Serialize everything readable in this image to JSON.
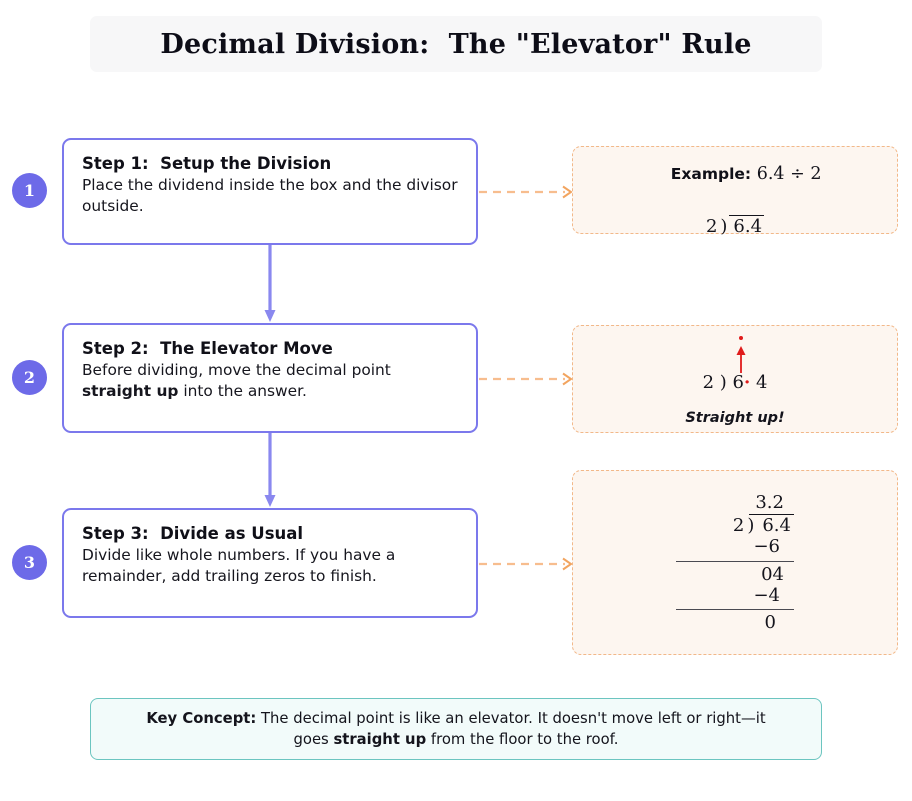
{
  "title": {
    "text": "Decimal Division:  The \"Elevator\" Rule"
  },
  "steps": [
    {
      "number": "1",
      "title": "Step 1:  Setup the Division",
      "body_part1": "Place the dividend inside the box and the divisor outside.",
      "body_bold": "",
      "body_part2": ""
    },
    {
      "number": "2",
      "title": "Step 2:  The Elevator Move",
      "body_part1": "Before dividing, move the decimal point ",
      "body_bold": "straight up",
      "body_part2": " into the answer."
    },
    {
      "number": "3",
      "title": "Step 3:  Divide as Usual",
      "body_part1": "Divide like whole numbers.  If you have a remainder, add trailing zeros to finish.",
      "body_bold": "",
      "body_part2": ""
    }
  ],
  "panels": {
    "panel1": {
      "example_label": "Example:",
      "example_expression": "6.4 ÷ 2",
      "divisor": "2",
      "paren": ")",
      "dividend": "6.4"
    },
    "panel2": {
      "divisor": "2",
      "paren": ")",
      "dividend_left": "6",
      "decimal_point": "·",
      "dividend_right": "4",
      "caption": "Straight up!",
      "arrow_color": "#e01b1b"
    },
    "panel3": {
      "quotient": "3.2",
      "divisor": "2",
      "paren": ")",
      "dividend": "6.4",
      "subtract1": "−6",
      "bring_down": "04",
      "subtract2": "−4",
      "remainder": "0"
    }
  },
  "key_concept": {
    "label": "Key Concept:",
    "text_part1": " The decimal point is like an elevator.  It doesn't move left or right—it goes ",
    "bold": "straight up",
    "text_part2": " from the floor to the roof."
  },
  "colors": {
    "step_border": "#7b78ec",
    "step_number_bg": "#6d6ae8",
    "panel_border": "#f2b889",
    "panel_bg": "#fdf6f0",
    "connector_arrow": "#8a88ef",
    "key_border": "#6cc5c0",
    "key_bg": "#f2fbfa",
    "accent_red": "#e01b1b",
    "title_bg": "#f7f7f8"
  }
}
